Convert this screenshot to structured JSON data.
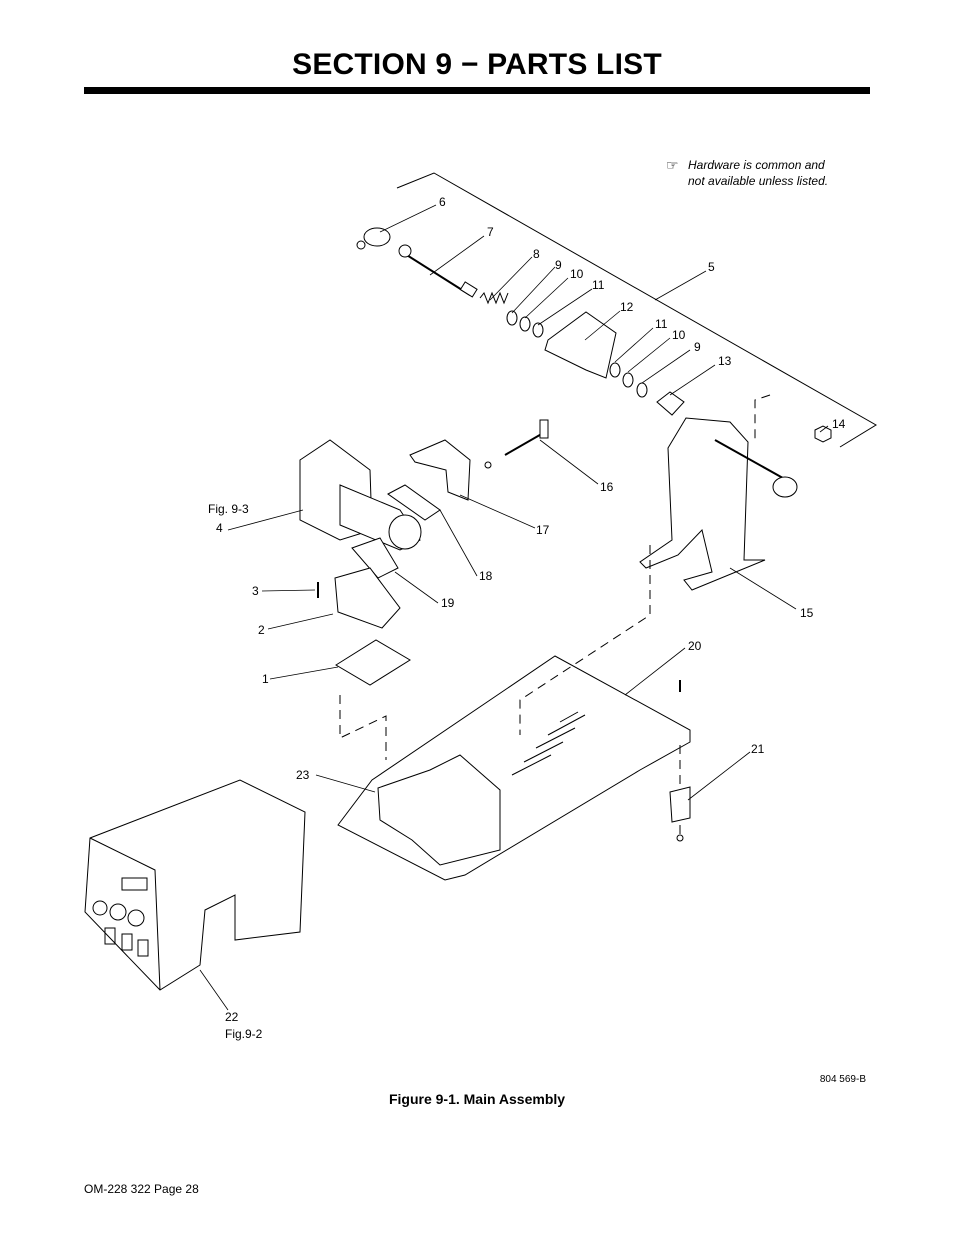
{
  "header": {
    "title": "SECTION 9 − PARTS LIST"
  },
  "note": {
    "icon": "pointing-hand-icon",
    "text_line1": "Hardware is common and",
    "text_line2": "not available unless listed."
  },
  "callouts": {
    "c1": "1",
    "c2": "2",
    "c3": "3",
    "c4": "4",
    "c4_ref": "Fig. 9-3",
    "c5": "5",
    "c6": "6",
    "c7": "7",
    "c8": "8",
    "c9a": "9",
    "c10a": "10",
    "c11a": "11",
    "c12": "12",
    "c11b": "11",
    "c10b": "10",
    "c9b": "9",
    "c13": "13",
    "c14": "14",
    "c15": "15",
    "c16": "16",
    "c17": "17",
    "c18": "18",
    "c19": "19",
    "c20": "20",
    "c21": "21",
    "c22": "22",
    "c22_ref": "Fig.9-2",
    "c23": "23"
  },
  "figure": {
    "caption": "Figure 9-1. Main Assembly",
    "drawing_number": "804 569-B"
  },
  "footer": {
    "page_label": "OM-228 322 Page 28"
  }
}
